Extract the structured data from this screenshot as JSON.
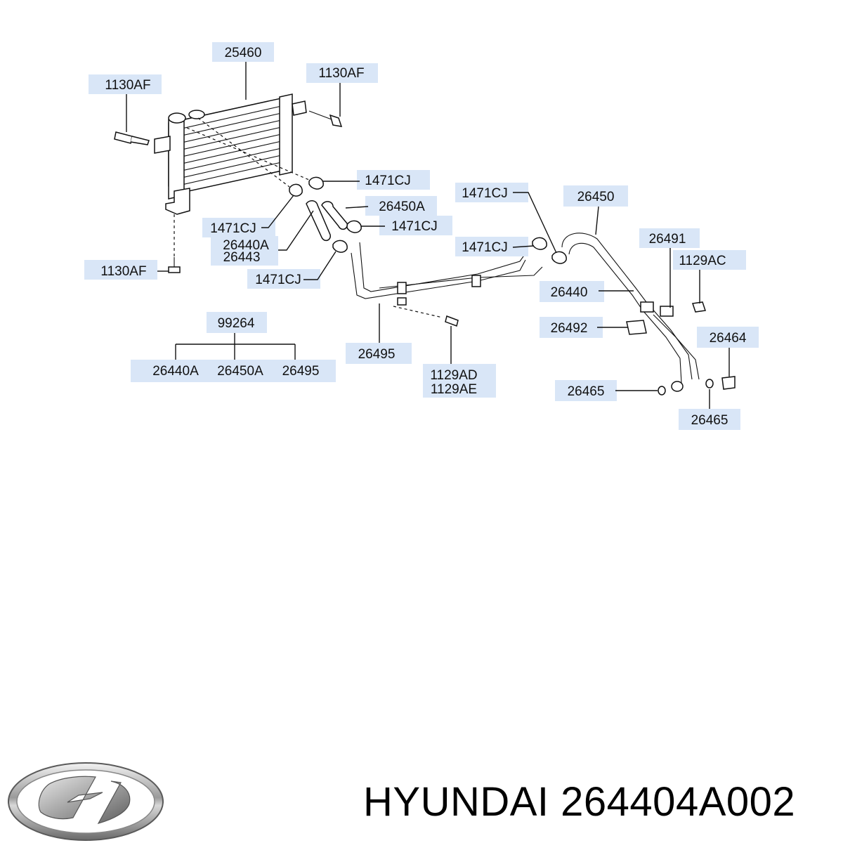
{
  "brand": {
    "name": "HYUNDAI",
    "part_number": "264404A002",
    "logo_icon": "hyundai-logo-icon"
  },
  "labels": {
    "l25460": "25460",
    "l1130AF_top_left": "1130AF",
    "l1130AF_top_right": "1130AF",
    "l1130AF_bottom": "1130AF",
    "l1471CJ_upper": "1471CJ",
    "l1471CJ_left": "1471CJ",
    "l26450A": "26450A",
    "l1471CJ_mid": "1471CJ",
    "l26440A": "26440A",
    "l26443": "26443",
    "l1471CJ_low": "1471CJ",
    "l1471CJ_right_top": "1471CJ",
    "l1471CJ_right_mid": "1471CJ",
    "l26450": "26450",
    "l26491": "26491",
    "l1129AC": "1129AC",
    "l26440": "26440",
    "l26492": "26492",
    "l26464": "26464",
    "l26465_left": "26465",
    "l26465_bottom": "26465",
    "l26495": "26495",
    "l1129AD": "1129AD",
    "l1129AE": "1129AE",
    "l99264": "99264",
    "kit_items": [
      "26440A",
      "26450A",
      "26495"
    ]
  }
}
